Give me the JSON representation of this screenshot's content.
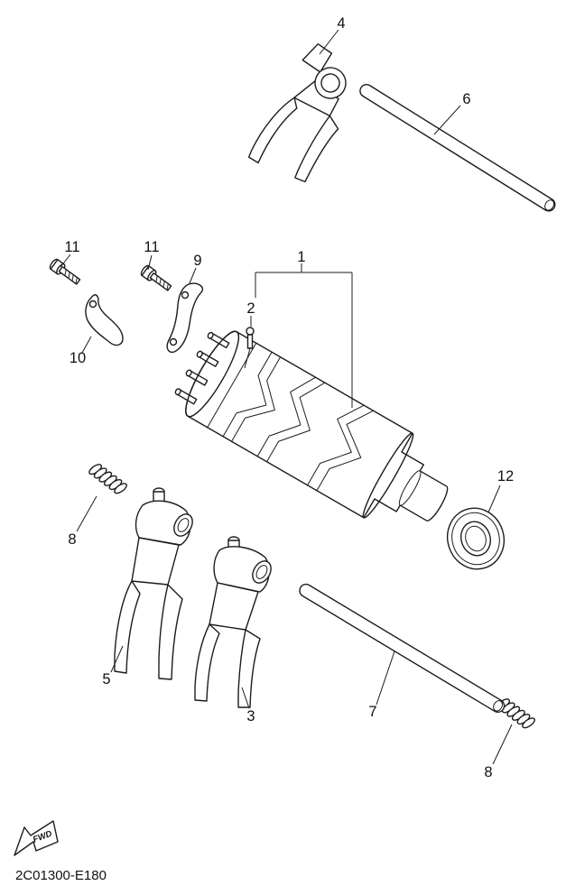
{
  "diagram": {
    "code": "2C01300-E180",
    "fwd_label": "FWD"
  },
  "callouts": {
    "c1": "1",
    "c2": "2",
    "c3": "3",
    "c4": "4",
    "c5": "5",
    "c6": "6",
    "c7": "7",
    "c8a": "8",
    "c8b": "8",
    "c9": "9",
    "c10": "10",
    "c11a": "11",
    "c11b": "11",
    "c12": "12"
  }
}
